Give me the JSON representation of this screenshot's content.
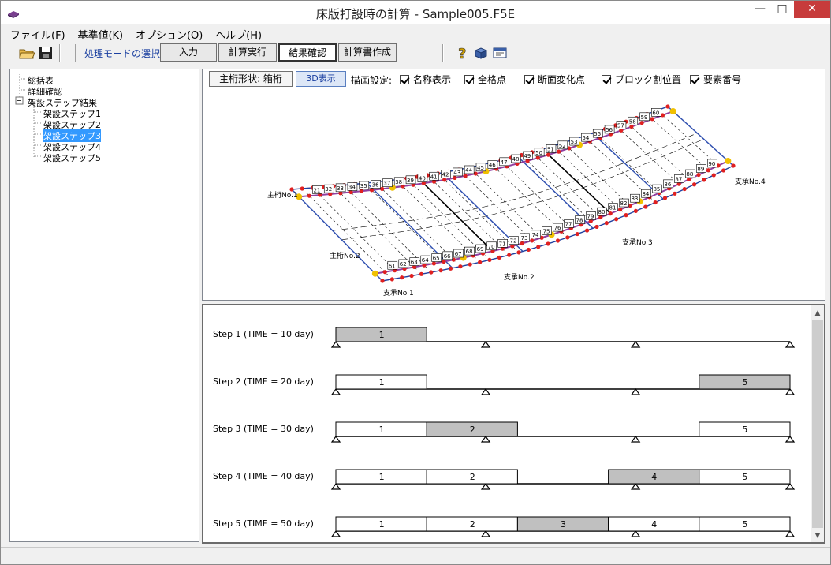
{
  "window": {
    "title": "床版打設時の計算 - Sample005.F5E",
    "min_glyph": "—",
    "max_glyph": "□",
    "close_glyph": "✕"
  },
  "menu": [
    "ファイル(F)",
    "基準値(K)",
    "オプション(O)",
    "ヘルプ(H)"
  ],
  "toolbar": {
    "mode_label": "処理モードの選択",
    "buttons": [
      "入力",
      "計算実行",
      "結果確認",
      "計算書作成"
    ],
    "active_index": 2,
    "icons": [
      "open-folder-icon",
      "save-icon",
      "help-icon",
      "3d-box-icon",
      "window-icon"
    ]
  },
  "tree": {
    "items": [
      {
        "label": "総括表",
        "level": 0
      },
      {
        "label": "詳細確認",
        "level": 0
      },
      {
        "label": "架設ステップ結果",
        "level": 0,
        "expander": "⊟"
      },
      {
        "label": "架設ステップ1",
        "level": 1
      },
      {
        "label": "架設ステップ2",
        "level": 1
      },
      {
        "label": "架設ステップ3",
        "level": 1,
        "selected": true
      },
      {
        "label": "架設ステップ4",
        "level": 1
      },
      {
        "label": "架設ステップ5",
        "level": 1
      }
    ]
  },
  "plan": {
    "girder_shape": "主桁形状:  箱桁",
    "btn_3d": "3D表示",
    "draw_label": "描画設定:",
    "checkboxes": [
      "名称表示",
      "全格点",
      "断面変化点",
      "ブロック割位置",
      "要素番号"
    ],
    "labels": {
      "g1": "主桁No.1",
      "g2": "主桁No.2",
      "s1": "支承No.1",
      "s2": "支承No.2",
      "s3": "支承No.3",
      "s4": "支承No.4"
    },
    "g1_numbers": [
      "21",
      "32",
      "33",
      "34",
      "35",
      "36",
      "37",
      "38",
      "39",
      "40",
      "41",
      "42",
      "43",
      "44",
      "45",
      "46",
      "47",
      "48",
      "49",
      "50",
      "51",
      "52",
      "53",
      "54",
      "55",
      "56",
      "57",
      "58",
      "59",
      "60"
    ],
    "g2_numbers": [
      "61",
      "62",
      "63",
      "64",
      "65",
      "66",
      "67",
      "68",
      "69",
      "70",
      "71",
      "72",
      "73",
      "74",
      "75",
      "76",
      "77",
      "78",
      "79",
      "80",
      "81",
      "82",
      "83",
      "84",
      "85",
      "86",
      "87",
      "88",
      "89",
      "90"
    ]
  },
  "steps": [
    {
      "label": "Step 1 (TIME = 10 day)",
      "blocks": [
        {
          "n": "1",
          "active": true
        }
      ]
    },
    {
      "label": "Step 2 (TIME = 20 day)",
      "blocks": [
        {
          "n": "1",
          "active": false
        },
        {
          "n": "5",
          "active": true
        }
      ]
    },
    {
      "label": "Step 3 (TIME = 30 day)",
      "blocks": [
        {
          "n": "1",
          "active": false
        },
        {
          "n": "2",
          "active": true
        },
        {
          "n": "5",
          "active": false
        }
      ]
    },
    {
      "label": "Step 4 (TIME = 40 day)",
      "blocks": [
        {
          "n": "1",
          "active": false
        },
        {
          "n": "2",
          "active": false
        },
        {
          "n": "4",
          "active": true
        },
        {
          "n": "5",
          "active": false
        }
      ]
    },
    {
      "label": "Step 5 (TIME = 50 day)",
      "blocks": [
        {
          "n": "1",
          "active": false
        },
        {
          "n": "2",
          "active": false
        },
        {
          "n": "3",
          "active": true
        },
        {
          "n": "4",
          "active": false
        },
        {
          "n": "5",
          "active": false
        }
      ]
    }
  ],
  "colors": {
    "active_block": "#c0c0c0",
    "girder_line": "#3050b0",
    "node": "#e02020",
    "section_node": "#f0c000",
    "selection": "#3399ff"
  }
}
